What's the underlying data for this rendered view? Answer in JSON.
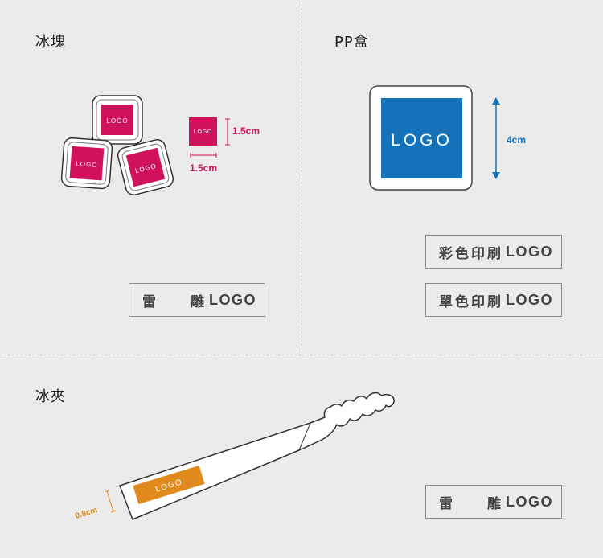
{
  "sections": {
    "ice_cube": {
      "title": "冰塊"
    },
    "pp_box": {
      "title": "PP盒"
    },
    "ice_tongs": {
      "title": "冰夾"
    }
  },
  "ice_cube": {
    "logo_text": "LOGO",
    "size_height": "1.5cm",
    "size_width": "1.5cm",
    "method_label": "雷　　雕",
    "method_logo": "LOGO"
  },
  "pp_box": {
    "logo_text": "LOGO",
    "size": "4cm",
    "method_color_label": "彩色印刷",
    "method_color_logo": "LOGO",
    "method_mono_label": "單色印刷",
    "method_mono_logo": "LOGO"
  },
  "ice_tongs": {
    "logo_text": "LOGO",
    "size": "0.8cm",
    "method_label": "雷　　雕",
    "method_logo": "LOGO"
  },
  "colors": {
    "background": "#ebebeb",
    "ice_logo": "#d0115c",
    "box_logo": "#1672b8",
    "tongs_logo": "#e08a1e",
    "box_border": "#8c8c8c"
  }
}
